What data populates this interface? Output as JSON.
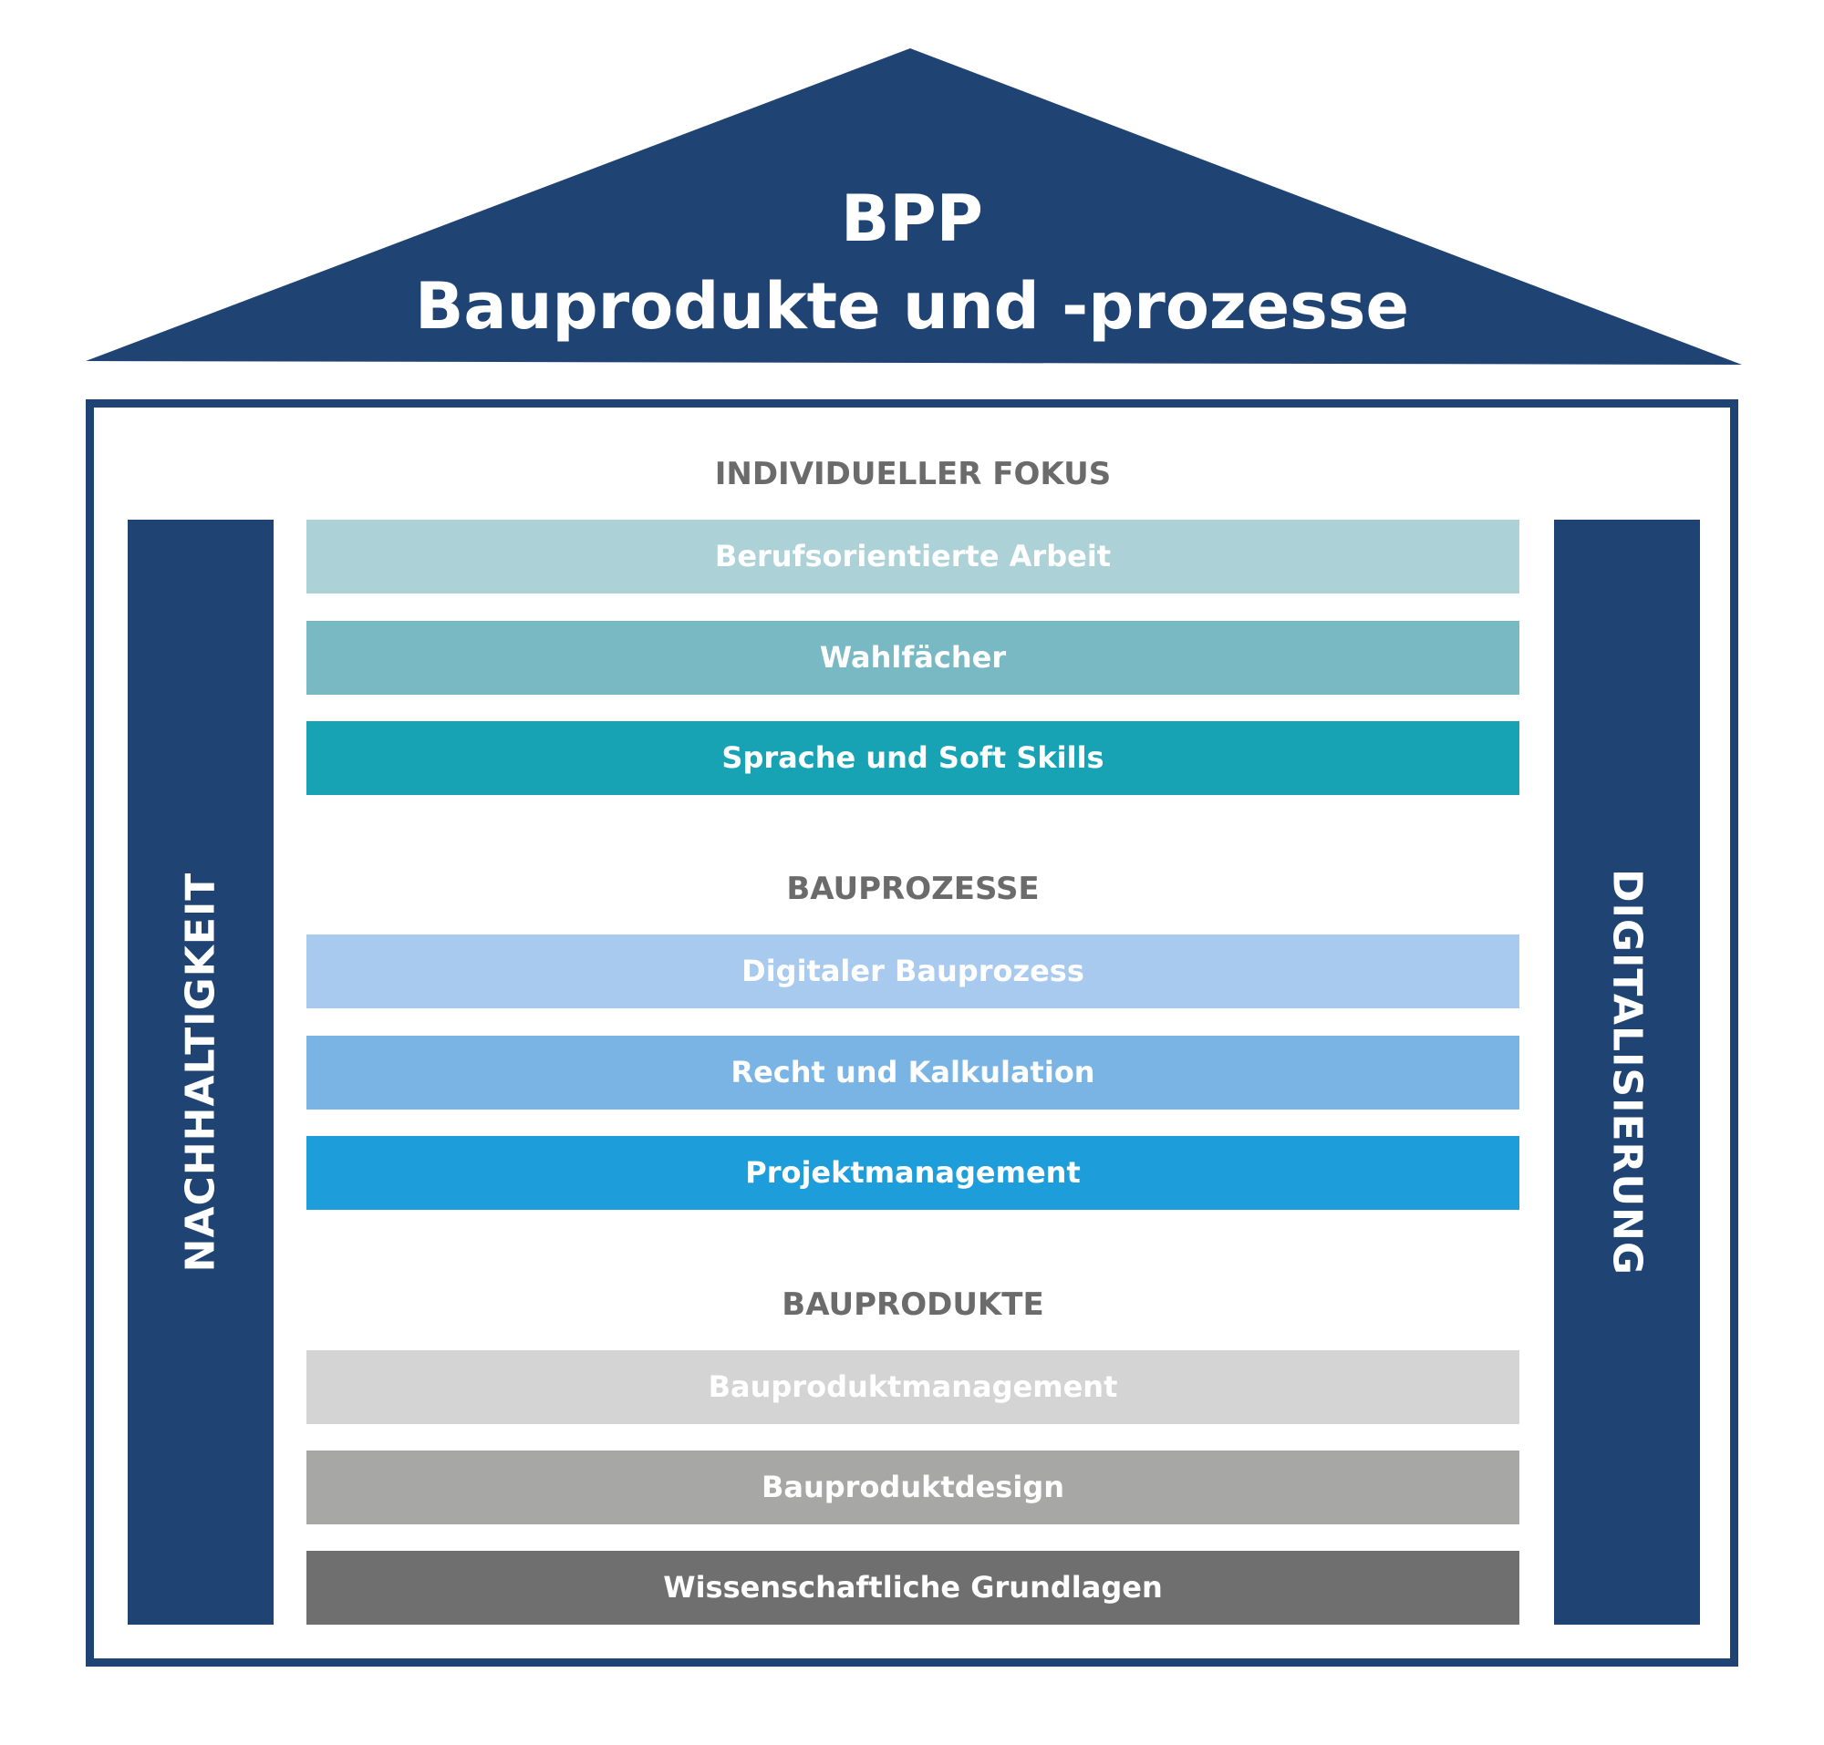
{
  "roof": {
    "line1": "BPP",
    "line2": "Bauprodukte und -prozesse",
    "color": "#1f4373"
  },
  "pillars": {
    "left": "NACHHALTIGKEIT",
    "right": "DIGITALISIERUNG",
    "color": "#1f4373"
  },
  "sections": [
    {
      "heading": "INDIVIDUELLER FOKUS",
      "bars": [
        {
          "label": "Berufsorientierte Arbeit",
          "color": "#acd2d8"
        },
        {
          "label": "Wahlfächer",
          "color": "#78b9c3"
        },
        {
          "label": "Sprache und Soft Skills",
          "color": "#18a3b4"
        }
      ]
    },
    {
      "heading": "BAUPROZESSE",
      "bars": [
        {
          "label": "Digitaler Bauprozess",
          "color": "#a9caef"
        },
        {
          "label": "Recht und Kalkulation",
          "color": "#79b4e4"
        },
        {
          "label": "Projektmanagement",
          "color": "#1e9ddb"
        }
      ]
    },
    {
      "heading": "BAUPRODUKTE",
      "bars": [
        {
          "label": "Bauproduktmanagement",
          "color": "#d4d4d4"
        },
        {
          "label": "Bauproduktdesign",
          "color": "#a7a7a6"
        },
        {
          "label": "Wissenschaftliche Grundlagen",
          "color": "#6f6f6f"
        }
      ]
    }
  ]
}
